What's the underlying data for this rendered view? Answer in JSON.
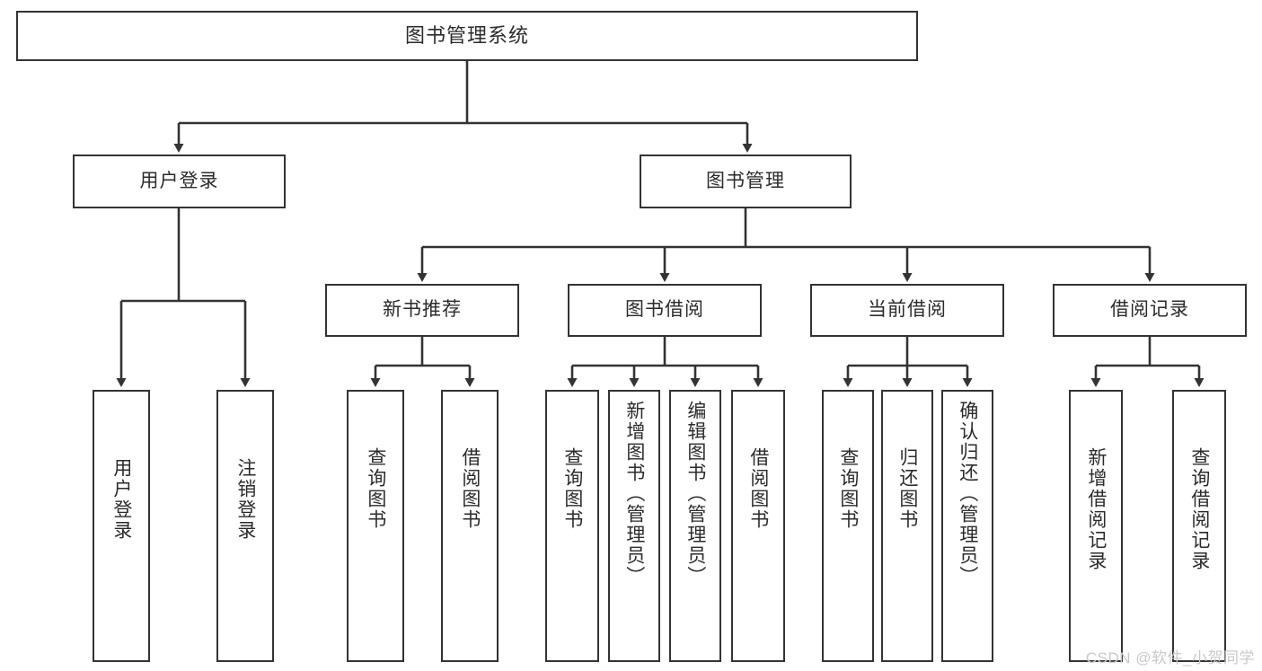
{
  "diagram": {
    "title": "图书管理系统",
    "type": "tree",
    "watermark": "CSDN @软件_小贺同学",
    "colors": {
      "box_border": "#333333",
      "box_fill": "#ffffff",
      "text": "#2b2b2b",
      "edge": "#333333",
      "watermark": "#c9c9c9",
      "background": "#ffffff"
    },
    "root": {
      "label": "图书管理系统"
    },
    "level2": [
      {
        "label": "用户登录"
      },
      {
        "label": "图书管理"
      }
    ],
    "level3": [
      {
        "label": "新书推荐"
      },
      {
        "label": "图书借阅"
      },
      {
        "label": "当前借阅"
      },
      {
        "label": "借阅记录"
      }
    ],
    "leaves": {
      "user_login": [
        {
          "label": "用户登录"
        },
        {
          "label": "注销登录"
        }
      ],
      "new_book": [
        {
          "label": "查询图书"
        },
        {
          "label": "借阅图书"
        }
      ],
      "borrow": [
        {
          "label": "查询图书"
        },
        {
          "label": "新增图书（管理员）"
        },
        {
          "label": "编辑图书（管理员）"
        },
        {
          "label": "借阅图书"
        }
      ],
      "current": [
        {
          "label": "查询图书"
        },
        {
          "label": "归还图书"
        },
        {
          "label": "确认归还（管理员）"
        }
      ],
      "records": [
        {
          "label": "新增借阅记录"
        },
        {
          "label": "查询借阅记录"
        }
      ]
    }
  }
}
